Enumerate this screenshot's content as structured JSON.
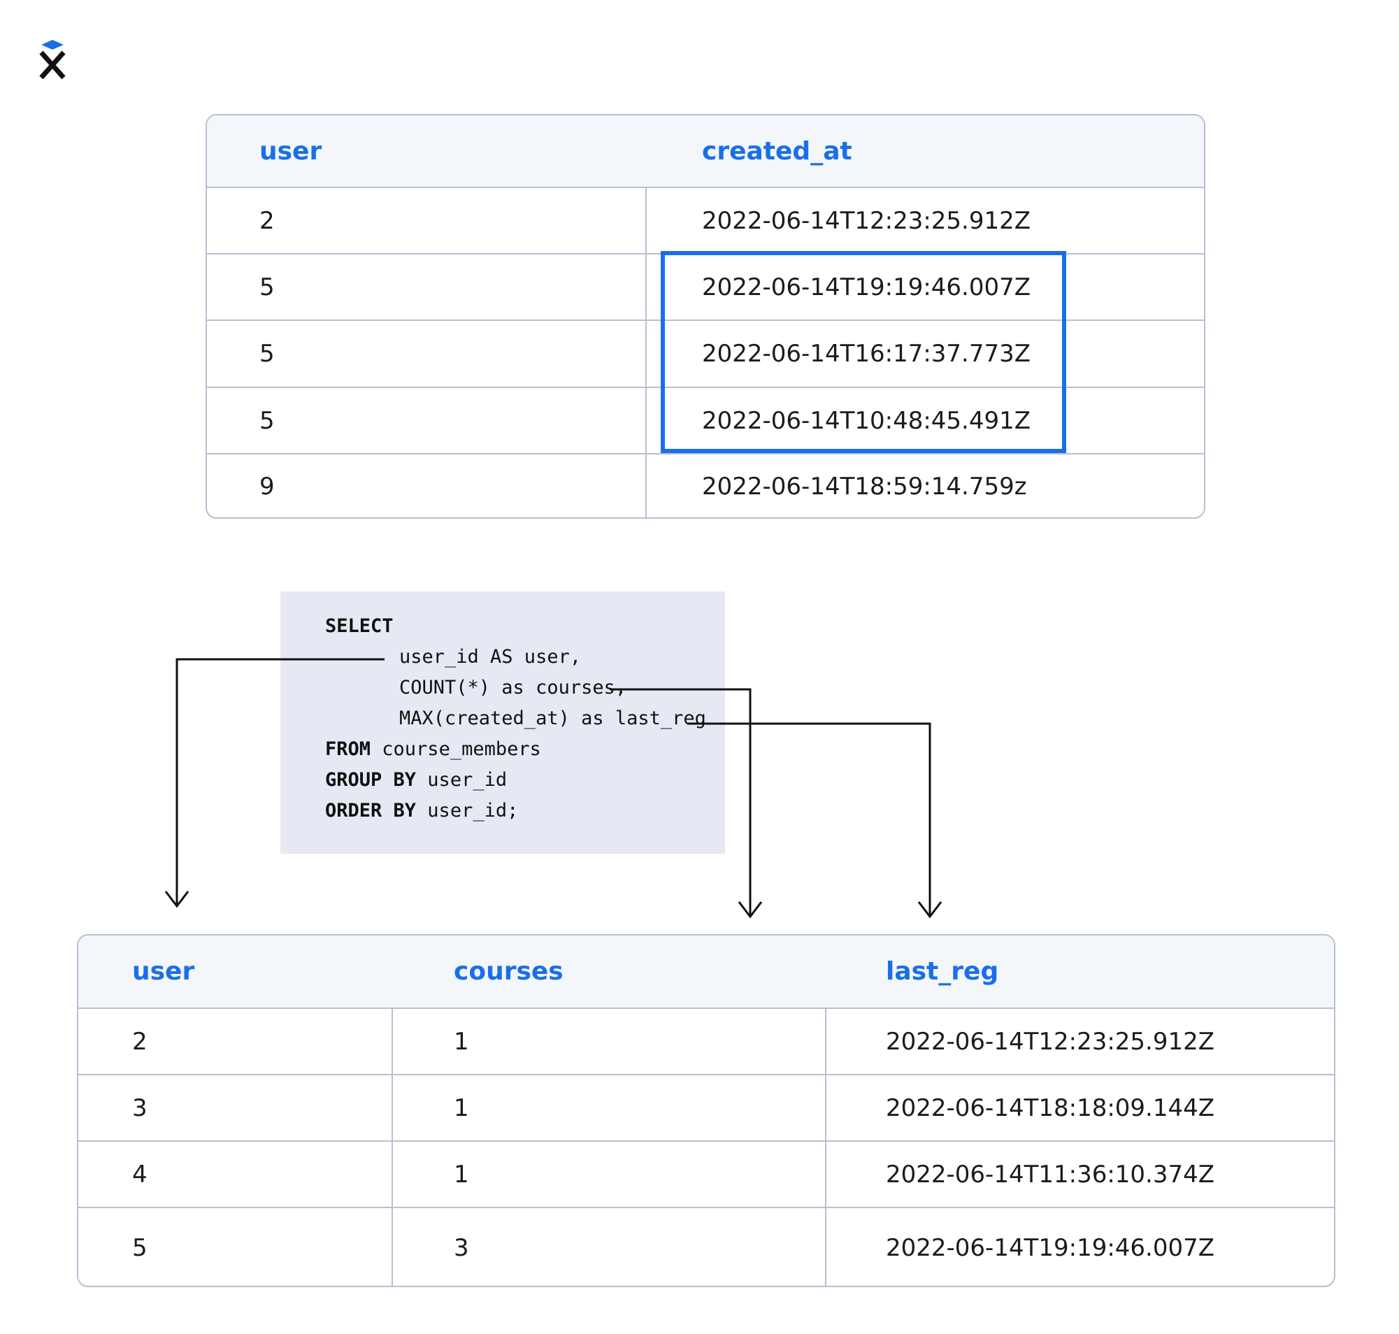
{
  "logo": {
    "icon": "x-logo-icon",
    "accent_color": "#1a6fe8"
  },
  "source_table": {
    "headers": [
      "user",
      "created_at"
    ],
    "rows": [
      [
        "2",
        "2022-06-14T12:23:25.912Z"
      ],
      [
        "5",
        "2022-06-14T19:19:46.007Z"
      ],
      [
        "5",
        "2022-06-14T16:17:37.773Z"
      ],
      [
        "5",
        "2022-06-14T10:48:45.491Z"
      ],
      [
        "9",
        "2022-06-14T18:59:14.759z"
      ]
    ],
    "highlighted_rows": [
      1,
      2,
      3
    ]
  },
  "sql": {
    "lines": [
      {
        "kw": "SELECT",
        "rest": ""
      },
      {
        "kw": "",
        "rest": "user_id AS user,"
      },
      {
        "kw": "",
        "rest": "COUNT(*) as courses,"
      },
      {
        "kw": "",
        "rest": "MAX(created_at) as last_reg"
      },
      {
        "kw": "FROM",
        "rest": " course_members"
      },
      {
        "kw": "GROUP BY",
        "rest": " user_id"
      },
      {
        "kw": "ORDER BY",
        "rest": " user_id;"
      }
    ]
  },
  "result_table": {
    "headers": [
      "user",
      "courses",
      "last_reg"
    ],
    "rows": [
      [
        "2",
        "1",
        "2022-06-14T12:23:25.912Z"
      ],
      [
        "3",
        "1",
        "2022-06-14T18:18:09.144Z"
      ],
      [
        "4",
        "1",
        "2022-06-14T11:36:10.374Z"
      ],
      [
        "5",
        "3",
        "2022-06-14T19:19:46.007Z"
      ]
    ]
  },
  "colors": {
    "accent": "#1a6fe8",
    "table_border": "#b9bfd2",
    "header_bg": "#f3f6fb",
    "code_bg": "#e6e9f3"
  }
}
